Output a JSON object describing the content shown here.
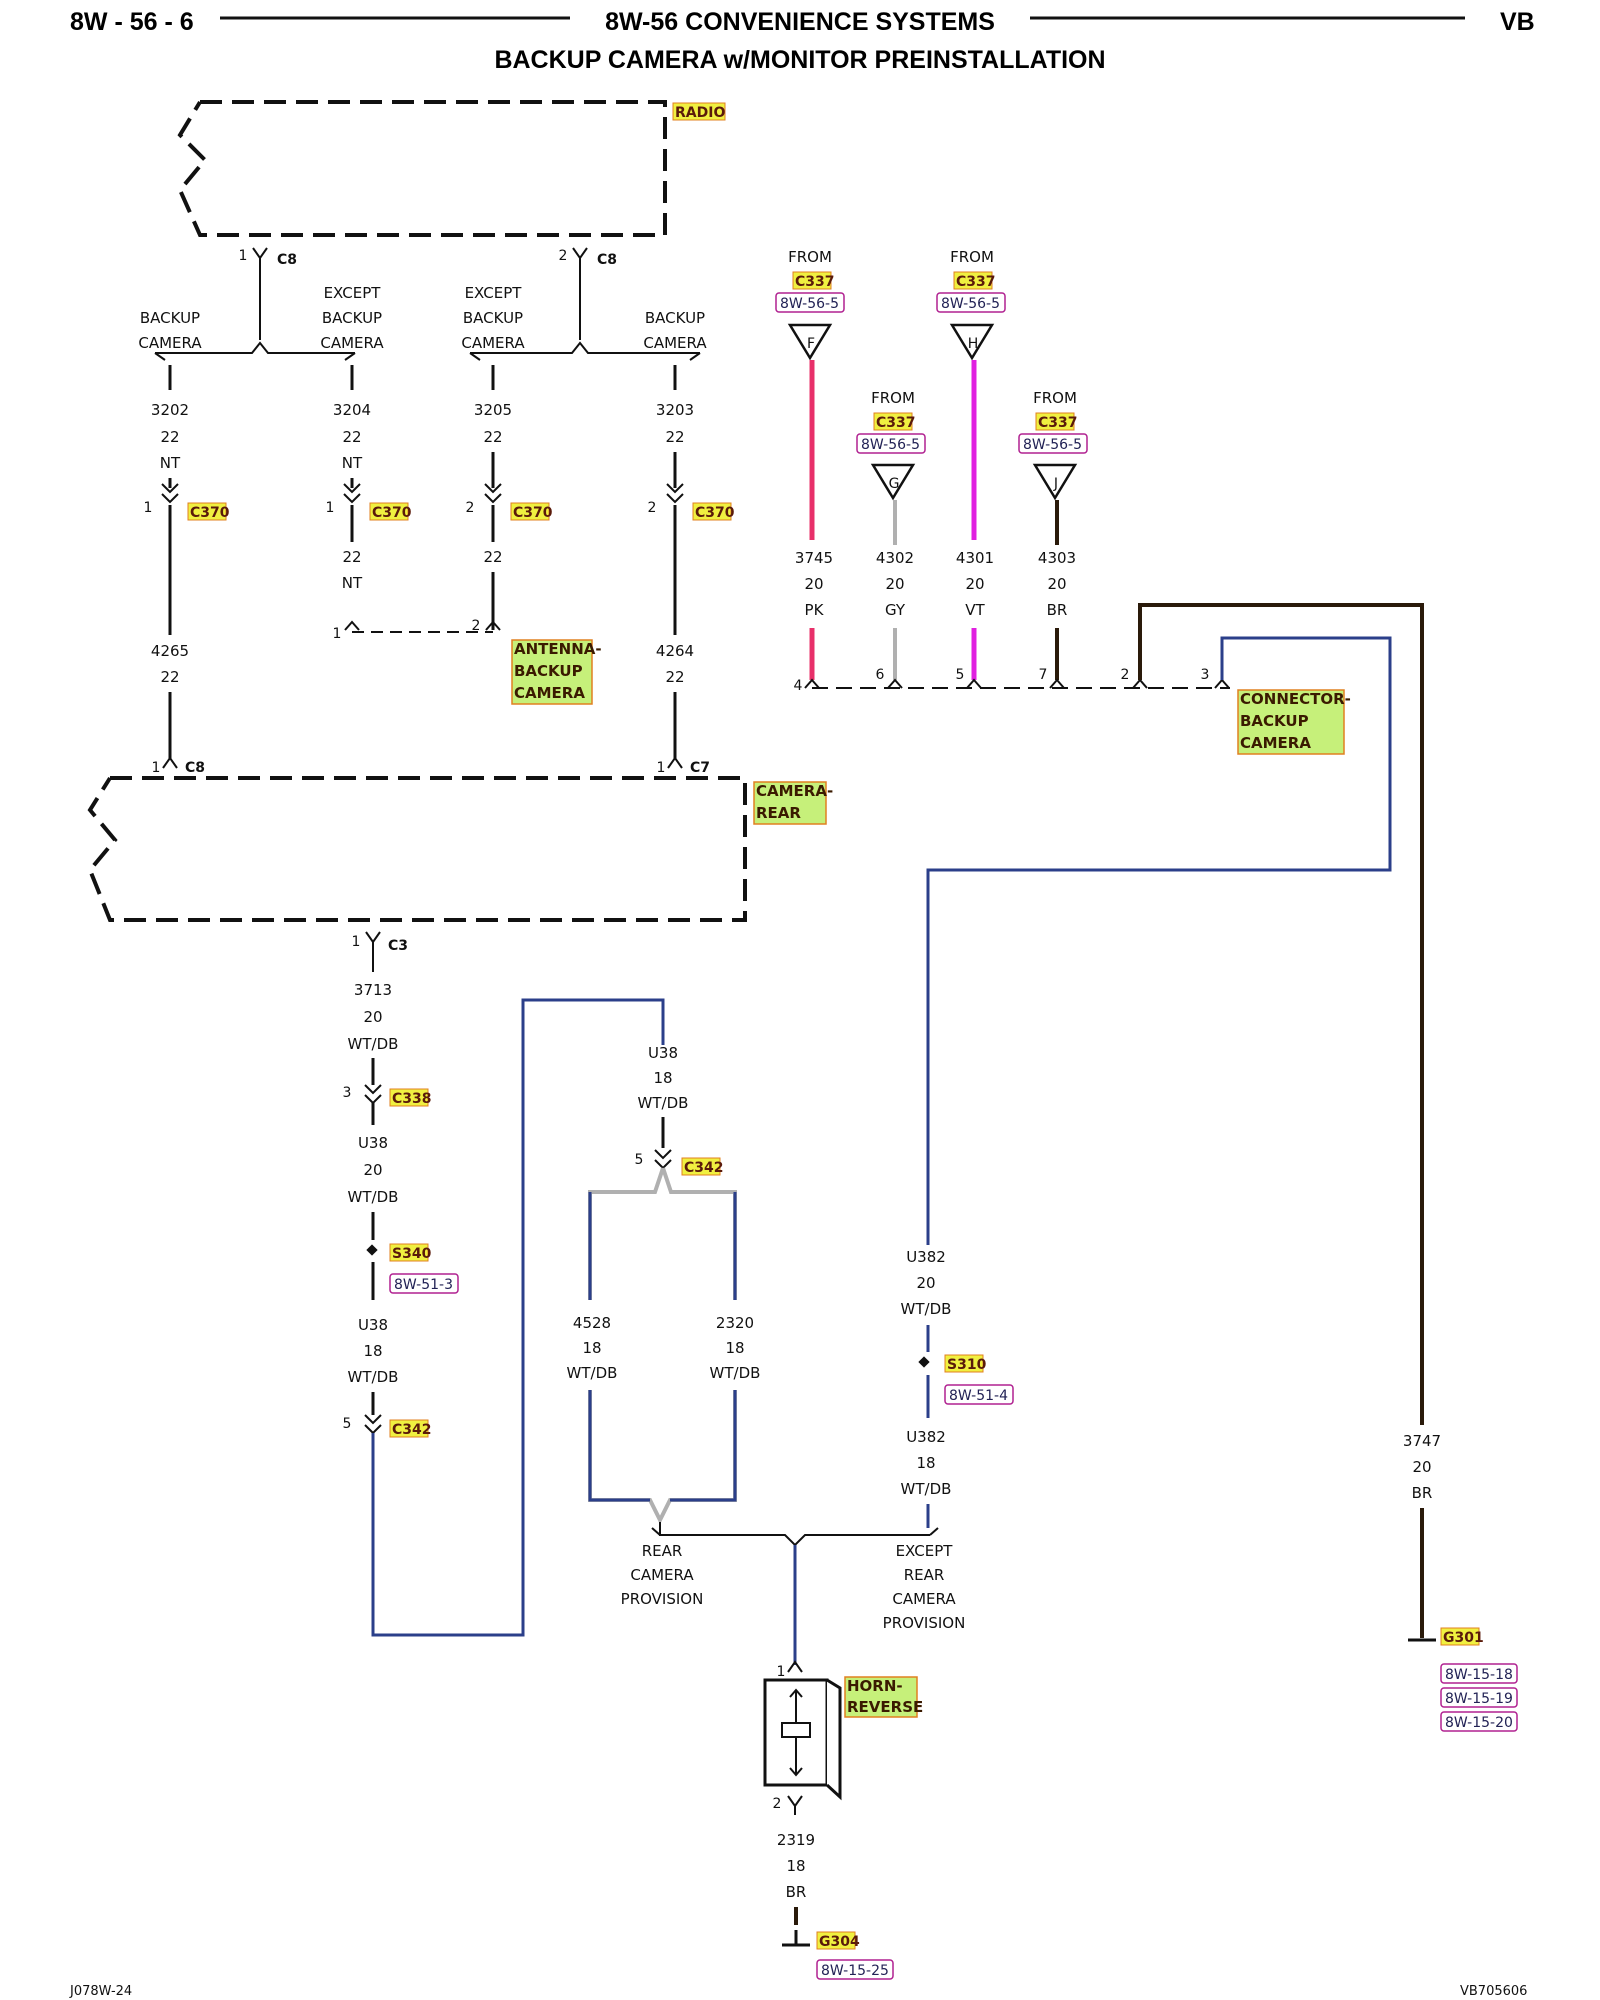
{
  "header": {
    "page_number": "8W - 56 - 6",
    "section_title": "8W-56 CONVENIENCE SYSTEMS",
    "model_code": "VB",
    "diagram_title": "BACKUP CAMERA w/MONITOR PREINSTALLATION"
  },
  "footer": {
    "left_code": "J078W-24",
    "right_code": "VB705606"
  },
  "components": {
    "radio": "RADIO",
    "antenna": [
      "ANTENNA-",
      "BACKUP",
      "CAMERA"
    ],
    "camera_rear": [
      "CAMERA-",
      "REAR"
    ],
    "connector_backup_camera": [
      "CONNECTOR-",
      "BACKUP",
      "CAMERA"
    ],
    "horn_reverse": [
      "HORN-",
      "REVERSE"
    ]
  },
  "options": {
    "backup_camera": [
      "BACKUP",
      "CAMERA"
    ],
    "except_backup_camera": [
      "EXCEPT",
      "BACKUP",
      "CAMERA"
    ],
    "rear_camera_provision": [
      "REAR",
      "CAMERA",
      "PROVISION"
    ],
    "except_rear_camera_provision": [
      "EXCEPT",
      "REAR",
      "CAMERA",
      "PROVISION"
    ]
  },
  "connectors": {
    "c8": "C8",
    "c7": "C7",
    "c3": "C3",
    "c370": "C370",
    "c337": "C337",
    "c338": "C338",
    "c342": "C342",
    "s340": "S340",
    "s310": "S310",
    "g301": "G301",
    "g304": "G304"
  },
  "from_label": "FROM",
  "refs": {
    "r56_5": "8W-56-5",
    "r51_3": "8W-51-3",
    "r51_4": "8W-51-4",
    "r15_18": "8W-15-18",
    "r15_19": "8W-15-19",
    "r15_20": "8W-15-20",
    "r15_25": "8W-15-25"
  },
  "cavities": {
    "f": "F",
    "g": "G",
    "h": "H",
    "j": "J",
    "p1": "1",
    "p2": "2",
    "p3": "3",
    "p4": "4",
    "p5": "5",
    "p6": "6",
    "p7": "7"
  },
  "wires": {
    "w3202": {
      "circuit": "3202",
      "gauge": "22",
      "color": "NT"
    },
    "w3204": {
      "circuit": "3204",
      "gauge": "22",
      "color": "NT"
    },
    "w3204b": {
      "gauge": "22",
      "color": "NT"
    },
    "w3205": {
      "circuit": "3205",
      "gauge": "22"
    },
    "w3205b": {
      "gauge": "22"
    },
    "w3203": {
      "circuit": "3203",
      "gauge": "22"
    },
    "w4265": {
      "circuit": "4265",
      "gauge": "22"
    },
    "w4264": {
      "circuit": "4264",
      "gauge": "22"
    },
    "w3745": {
      "circuit": "3745",
      "gauge": "20",
      "color": "PK"
    },
    "w4302": {
      "circuit": "4302",
      "gauge": "20",
      "color": "GY"
    },
    "w4301": {
      "circuit": "4301",
      "gauge": "20",
      "color": "VT"
    },
    "w4303": {
      "circuit": "4303",
      "gauge": "20",
      "color": "BR"
    },
    "w3713": {
      "circuit": "3713",
      "gauge": "20",
      "color": "WT/DB"
    },
    "wu38a": {
      "circuit": "U38",
      "gauge": "20",
      "color": "WT/DB"
    },
    "wu38b": {
      "circuit": "U38",
      "gauge": "18",
      "color": "WT/DB"
    },
    "wu38c": {
      "circuit": "U38",
      "gauge": "18",
      "color": "WT/DB"
    },
    "w4528": {
      "circuit": "4528",
      "gauge": "18",
      "color": "WT/DB"
    },
    "w2320": {
      "circuit": "2320",
      "gauge": "18",
      "color": "WT/DB"
    },
    "wu382a": {
      "circuit": "U382",
      "gauge": "20",
      "color": "WT/DB"
    },
    "wu382b": {
      "circuit": "U382",
      "gauge": "18",
      "color": "WT/DB"
    },
    "w3747": {
      "circuit": "3747",
      "gauge": "20",
      "color": "BR"
    },
    "w2319": {
      "circuit": "2319",
      "gauge": "18",
      "color": "BR"
    }
  },
  "colors": {
    "pink_wire": "#e8306a",
    "violet_wire": "#e020e0",
    "gray_wire": "#b0b0b0",
    "brown_wire": "#2a1a0a",
    "blue_trace": "#2b3f8a",
    "component_highlight": "#c6f07a",
    "connector_highlight": "#f0f040",
    "ref_border": "#b02090"
  }
}
